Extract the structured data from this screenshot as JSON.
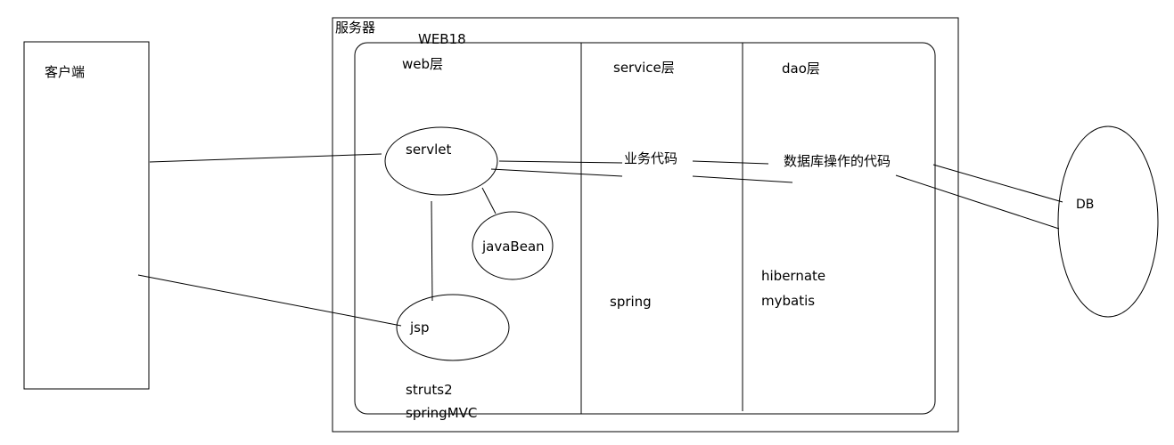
{
  "client": {
    "label": "客户端"
  },
  "server": {
    "label": "服务器",
    "app_label": "WEB18",
    "layers": {
      "web": {
        "title": "web层",
        "frameworks": [
          "struts2",
          "springMVC"
        ]
      },
      "service": {
        "title": "service层",
        "code_label": "业务代码",
        "framework": "spring"
      },
      "dao": {
        "title": "dao层",
        "code_label": "数据库操作的代码",
        "frameworks": [
          "hibernate",
          "mybatis"
        ]
      }
    },
    "components": {
      "servlet": "servlet",
      "javabean": "javaBean",
      "jsp": "jsp"
    }
  },
  "database": {
    "label": "DB"
  }
}
